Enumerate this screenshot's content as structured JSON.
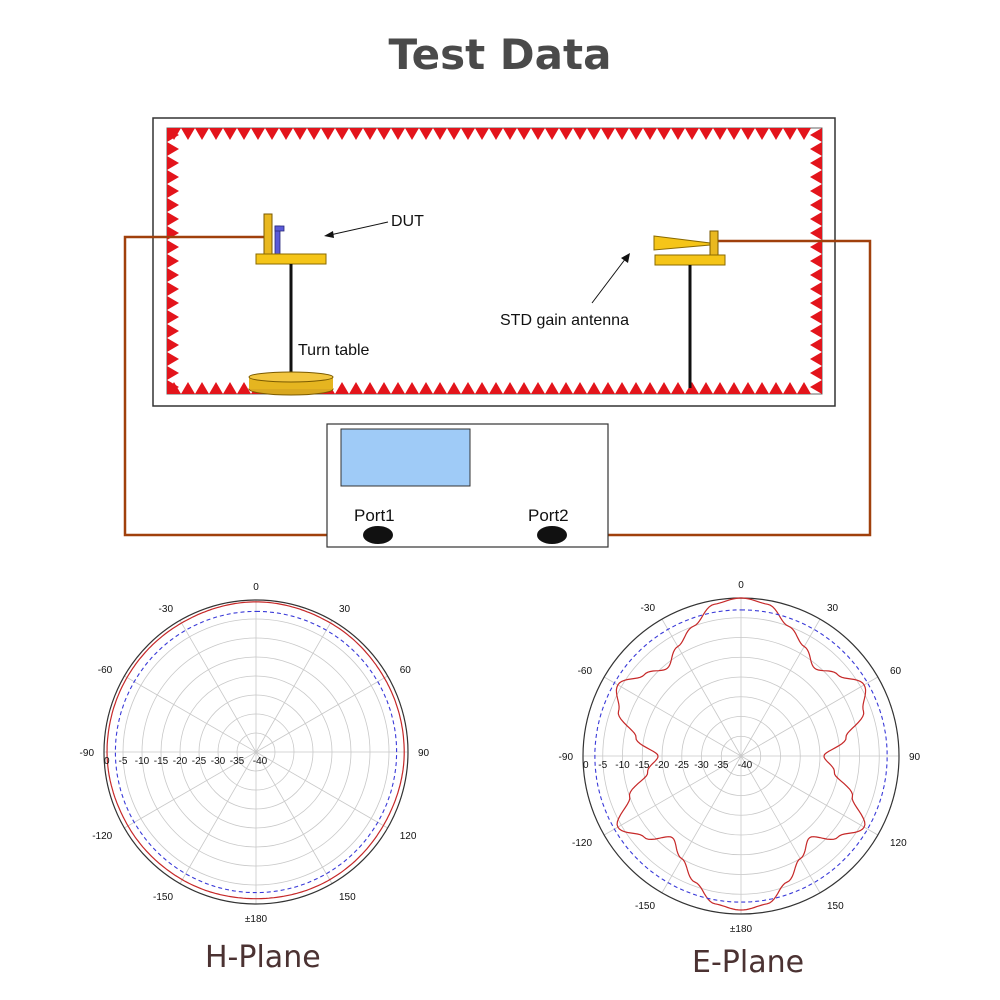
{
  "title": "Test Data",
  "setup": {
    "dut_label": "DUT",
    "turntable_label": "Turn table",
    "std_antenna_label": "STD gain antenna",
    "port1_label": "Port1",
    "port2_label": "Port2"
  },
  "colors": {
    "absorber": "#e3141b",
    "cable": "#a0400c",
    "mount": "#f5c518",
    "screen": "#9fcbf7",
    "reference": "#3a3ad8",
    "pattern": "#c62828",
    "text_dark": "#4a4a4a"
  },
  "chart_data": [
    {
      "type": "polar",
      "title": "H-Plane",
      "radial_ticks": [
        "0",
        "-5",
        "-10",
        "-15",
        "-20",
        "-25",
        "-30",
        "-35",
        "-40"
      ],
      "angle_ticks": [
        "0",
        "30",
        "60",
        "90",
        "120",
        "150",
        "±180",
        "-150",
        "-120",
        "-90",
        "-60",
        "-30"
      ],
      "rlim": [
        -40,
        0
      ],
      "grid": true,
      "series": [
        {
          "angles_deg": [
            0,
            30,
            60,
            90,
            120,
            150,
            180,
            210,
            240,
            270,
            300,
            330,
            360
          ],
          "values_db": [
            -0.5,
            -0.8,
            -1.0,
            -1.0,
            -1.3,
            -1.2,
            -1.4,
            -1.2,
            -1.1,
            -0.8,
            -0.8,
            -0.8,
            -0.5
          ]
        },
        {
          "angles_deg": [
            0,
            30,
            60,
            90,
            120,
            150,
            180,
            210,
            240,
            270,
            300,
            330,
            360
          ],
          "values_db": [
            -3,
            -3,
            -3,
            -3,
            -3,
            -3,
            -3,
            -3,
            -3,
            -3,
            -3,
            -3,
            -3
          ]
        }
      ]
    },
    {
      "type": "polar",
      "title": "E-Plane",
      "radial_ticks": [
        "0",
        "-5",
        "-10",
        "-15",
        "-20",
        "-25",
        "-30",
        "-35",
        "-40"
      ],
      "angle_ticks": [
        "0",
        "30",
        "60",
        "90",
        "120",
        "150",
        "±180",
        "-150",
        "-120",
        "-90",
        "-60",
        "-30"
      ],
      "rlim": [
        -40,
        0
      ],
      "grid": true,
      "series": [
        {
          "angles_deg": [
            0,
            10,
            20,
            30,
            40,
            50,
            60,
            70,
            80,
            90,
            100,
            110,
            120,
            130,
            140,
            150,
            160,
            170,
            180,
            190,
            200,
            210,
            220,
            230,
            240,
            250,
            260,
            270,
            280,
            290,
            300,
            310,
            320,
            330,
            340,
            350,
            360
          ],
          "values_db": [
            0,
            -1,
            -5,
            -8,
            -11,
            -8,
            -4,
            -7,
            -13,
            -19,
            -16,
            -10,
            -4,
            -8,
            -13,
            -10,
            -6,
            -2,
            -1,
            -2,
            -6,
            -10,
            -13,
            -8,
            -4,
            -10,
            -16,
            -19,
            -13,
            -7,
            -4,
            -8,
            -11,
            -8,
            -5,
            -1,
            0
          ]
        },
        {
          "angles_deg": [
            0,
            30,
            60,
            90,
            120,
            150,
            180,
            210,
            240,
            270,
            300,
            330,
            360
          ],
          "values_db": [
            -3,
            -3,
            -3,
            -3,
            -3,
            -3,
            -3,
            -3,
            -3,
            -3,
            -3,
            -3,
            -3
          ]
        }
      ]
    }
  ]
}
